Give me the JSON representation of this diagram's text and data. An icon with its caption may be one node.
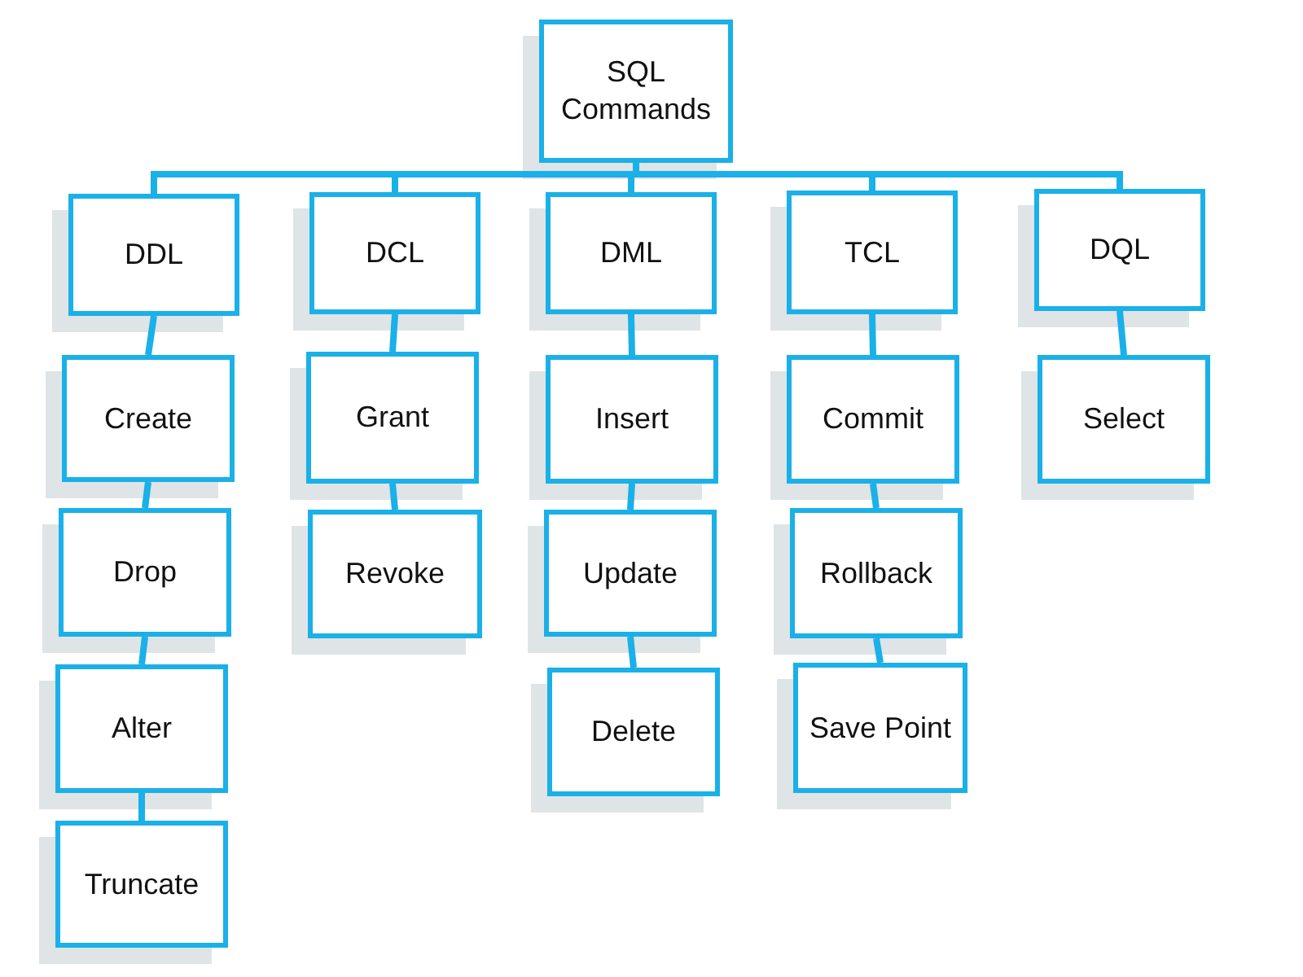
{
  "diagram": {
    "nodes": [
      {
        "text": [
          "SQL Commands"
        ]
      },
      {
        "text": [
          "DDL"
        ]
      },
      {
        "text": [
          "DCL"
        ]
      },
      {
        "text": [
          "DML"
        ]
      },
      {
        "text": [
          "TCL"
        ]
      },
      {
        "text": [
          "DQL"
        ]
      },
      {
        "text": [
          "Create"
        ]
      },
      {
        "text": [
          "Drop"
        ]
      },
      {
        "text": [
          "Alter"
        ]
      },
      {
        "text": [
          "Truncate"
        ]
      },
      {
        "text": [
          "Grant"
        ]
      },
      {
        "text": [
          "Revoke"
        ]
      },
      {
        "text": [
          "Insert"
        ]
      },
      {
        "text": [
          "Update"
        ]
      },
      {
        "text": [
          "Delete"
        ]
      },
      {
        "text": [
          "Commit"
        ]
      },
      {
        "text": [
          "Rollback"
        ]
      },
      {
        "text": [
          "Save Point"
        ]
      },
      {
        "text": [
          "Select"
        ]
      }
    ],
    "edges": [
      {
        "from": 0,
        "to": 1,
        "arrow": "none"
      },
      {
        "from": 0,
        "to": 2,
        "arrow": "none"
      },
      {
        "from": 0,
        "to": 3,
        "arrow": "none"
      },
      {
        "from": 0,
        "to": 4,
        "arrow": "none"
      },
      {
        "from": 0,
        "to": 5,
        "arrow": "none"
      },
      {
        "from": 1,
        "to": 6,
        "arrow": "none"
      },
      {
        "from": 6,
        "to": 7,
        "arrow": "none"
      },
      {
        "from": 7,
        "to": 8,
        "arrow": "none"
      },
      {
        "from": 8,
        "to": 9,
        "arrow": "none"
      },
      {
        "from": 2,
        "to": 10,
        "arrow": "none"
      },
      {
        "from": 10,
        "to": 11,
        "arrow": "none"
      },
      {
        "from": 3,
        "to": 12,
        "arrow": "none"
      },
      {
        "from": 12,
        "to": 13,
        "arrow": "none"
      },
      {
        "from": 13,
        "to": 14,
        "arrow": "none"
      },
      {
        "from": 4,
        "to": 15,
        "arrow": "none"
      },
      {
        "from": 15,
        "to": 16,
        "arrow": "none"
      },
      {
        "from": 16,
        "to": 17,
        "arrow": "none"
      },
      {
        "from": 5,
        "to": 18,
        "arrow": "none"
      }
    ]
  }
}
